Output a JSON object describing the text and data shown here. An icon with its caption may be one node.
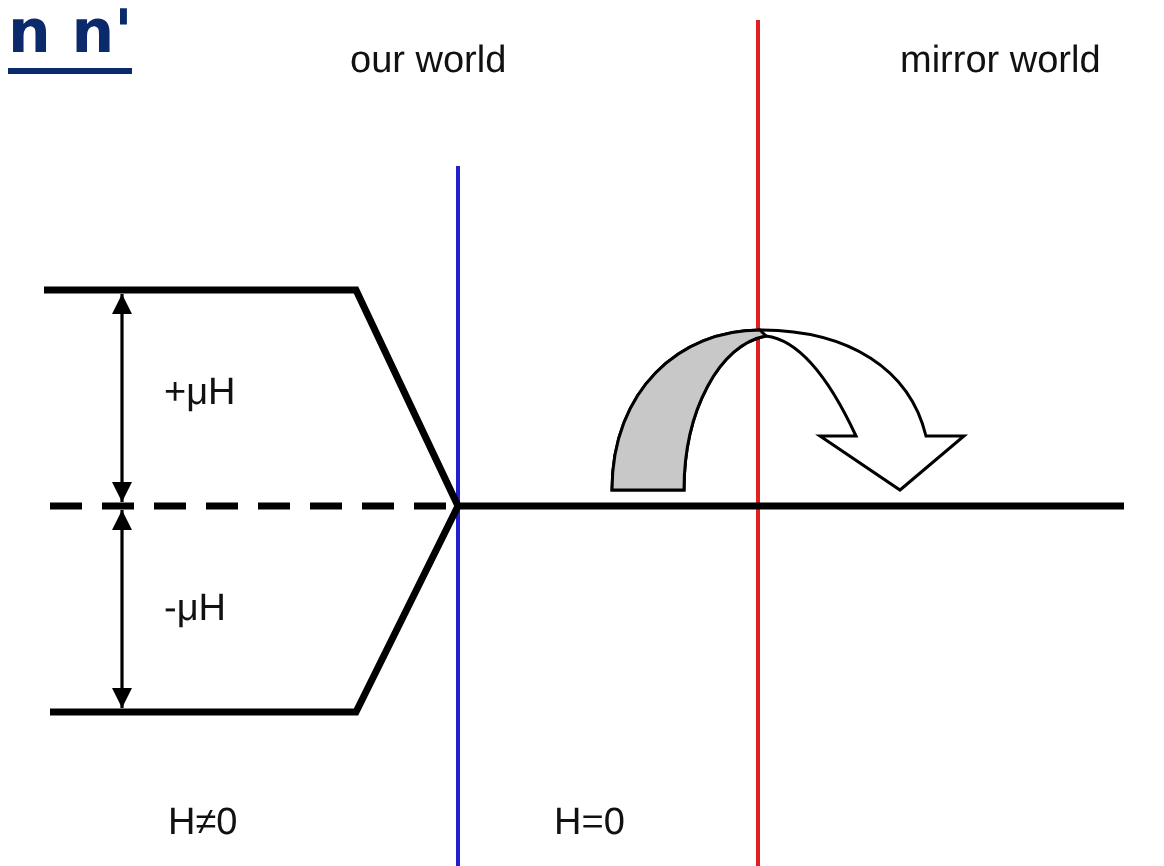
{
  "diagram": {
    "title": "n n'",
    "labels": [
      "our world",
      "mirror world",
      "+μH",
      "-μH",
      "H≠0",
      "H=0"
    ]
  }
}
